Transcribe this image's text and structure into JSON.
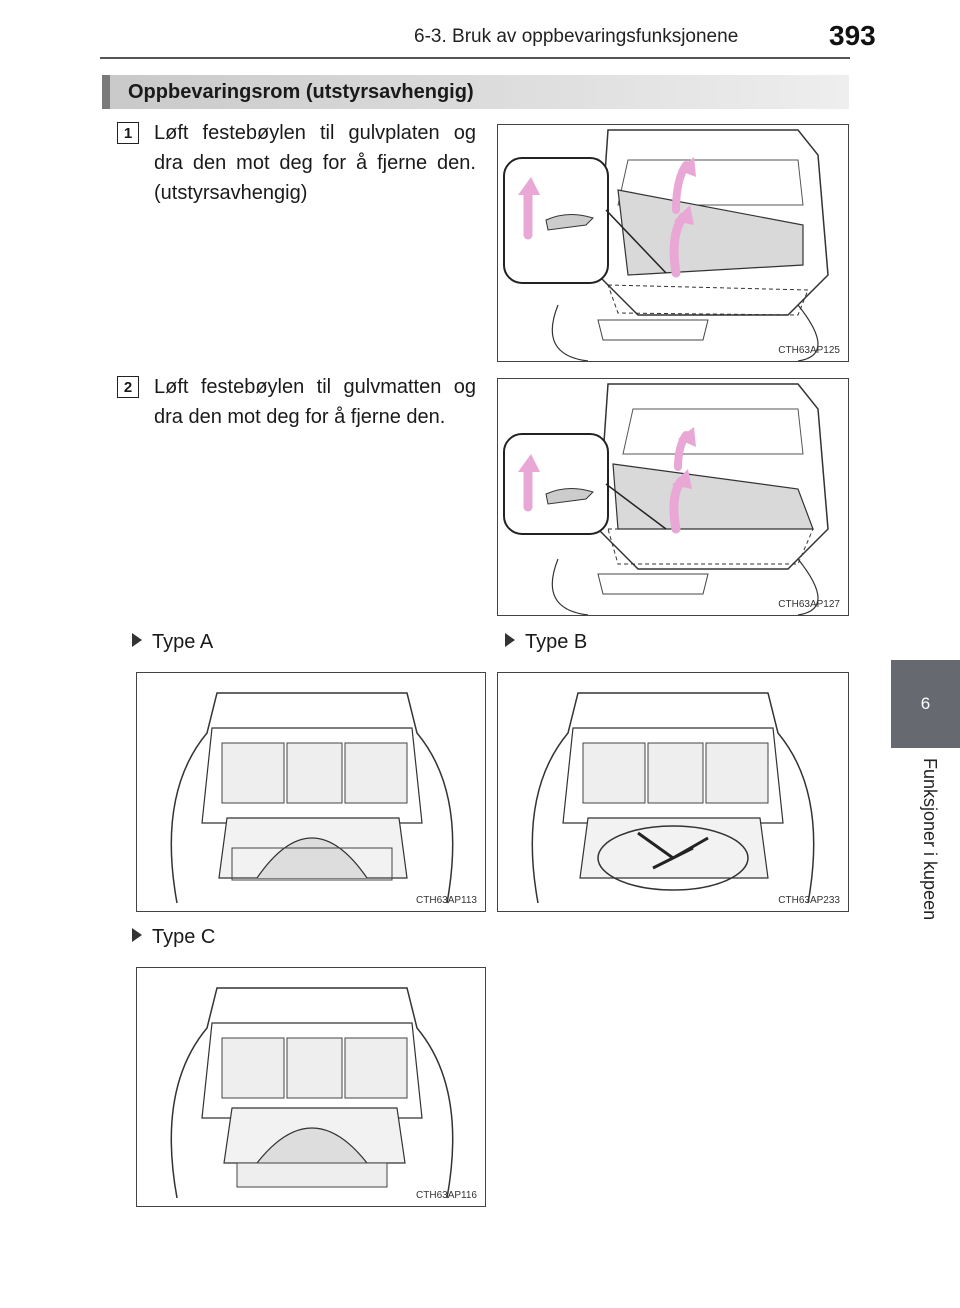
{
  "header": {
    "section": "6-3. Bruk av oppbevaringsfunksjonene",
    "page_number": "393"
  },
  "side_tab": {
    "number": "6",
    "chapter": "Funksjoner i kupeen"
  },
  "section_title": "Oppbevaringsrom (utstyrsavhengig)",
  "steps": [
    {
      "number": "1",
      "text": "Løft festebøylen til gulvplaten og dra den mot deg for å fjerne den. (utstyrsavhengig)",
      "figure_code": "CTH63AP125"
    },
    {
      "number": "2",
      "text": "Løft festebøylen til gulvmatten og dra den mot deg for å fjerne den.",
      "figure_code": "CTH63AP127"
    }
  ],
  "types": [
    {
      "label": "Type A",
      "figure_code": "CTH63AP113"
    },
    {
      "label": "Type B",
      "figure_code": "CTH63AP233"
    },
    {
      "label": "Type C",
      "figure_code": "CTH63AP116"
    }
  ],
  "colors": {
    "arrow": "#e9a7d6",
    "tab": "#666a70",
    "section_bar_accent": "#7a7a7a"
  }
}
